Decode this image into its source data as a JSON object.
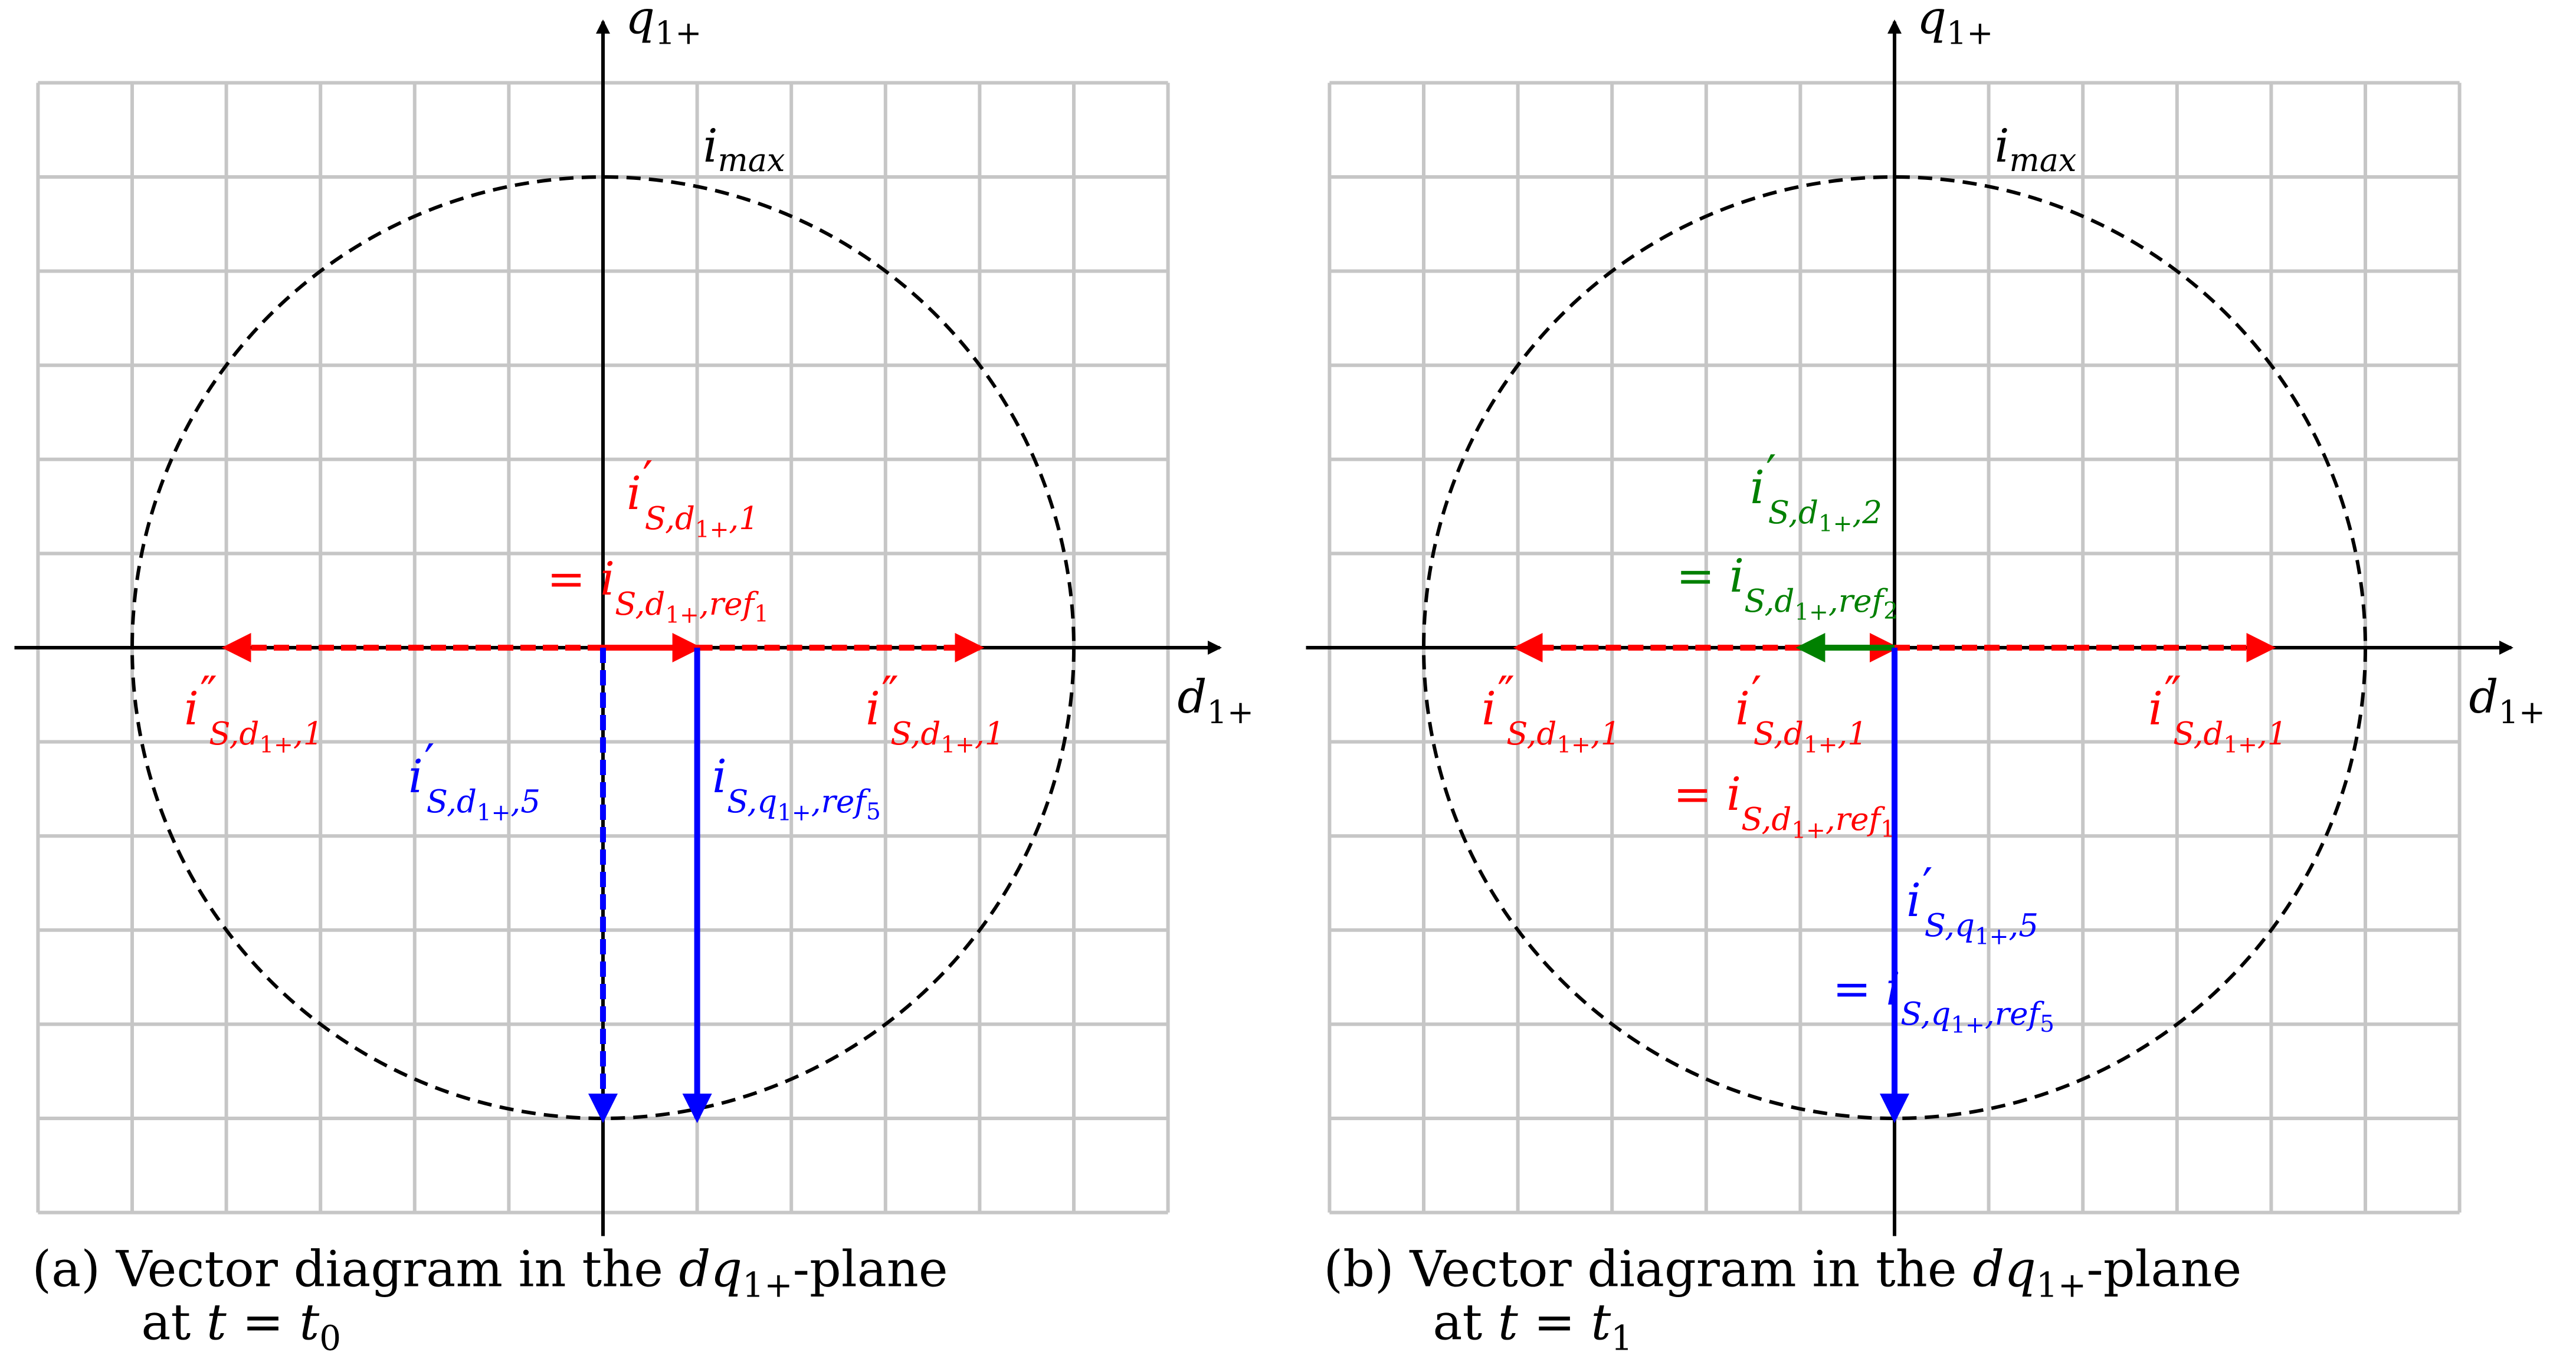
{
  "panels": [
    {
      "id": "a",
      "caption": {
        "line1": {
          "pre": "(a) Vector diagram in the ",
          "math": "dq",
          "sub": "1+",
          "post": "-plane"
        },
        "line2": {
          "pre": "at ",
          "math": "t = t",
          "sub": "0"
        }
      },
      "axes": {
        "d": {
          "base": "d",
          "sub": "1+"
        },
        "q": {
          "base": "q",
          "sub": "1+"
        }
      },
      "circle": {
        "label": "i",
        "sub": "max"
      },
      "vectors": [
        {
          "name": "i-prime-s-d-1",
          "color": "#ff0000",
          "style": "solid",
          "from": [
            0,
            0
          ],
          "to": [
            1,
            0
          ]
        },
        {
          "name": "i-dblprime-s-d-1-right",
          "color": "#ff0000",
          "style": "dashed",
          "from": [
            1,
            0
          ],
          "to": [
            4,
            0
          ]
        },
        {
          "name": "i-dblprime-s-d-1-left",
          "color": "#ff0000",
          "style": "dashed",
          "from": [
            0,
            0
          ],
          "to": [
            -4,
            0
          ]
        },
        {
          "name": "i-prime-s-d-5",
          "color": "#0000ff",
          "style": "dashed",
          "from": [
            0,
            0
          ],
          "to": [
            0,
            -5
          ]
        },
        {
          "name": "i-s-q-ref5",
          "color": "#0000ff",
          "style": "solid",
          "from": [
            1,
            0
          ],
          "to": [
            1,
            -5
          ]
        }
      ],
      "labels": [
        {
          "name": "label-i-prime-s-d-1",
          "color": "#ff0000",
          "lines": [
            {
              "eq": "",
              "base": "i",
              "prime": "′",
              "sub": "S,d",
              "subsub": "1+",
              "tail": ",1"
            },
            {
              "eq": "= ",
              "base": "i",
              "prime": "",
              "sub": "S,d",
              "subsub": "1+",
              "tail": ",ref",
              "refsub": "1"
            }
          ]
        },
        {
          "name": "label-i-dblprime-left",
          "color": "#ff0000",
          "lines": [
            {
              "eq": "",
              "base": "i",
              "prime": "″",
              "sub": "S,d",
              "subsub": "1+",
              "tail": ",1"
            }
          ]
        },
        {
          "name": "label-i-dblprime-right",
          "color": "#ff0000",
          "lines": [
            {
              "eq": "",
              "base": "i",
              "prime": "″",
              "sub": "S,d",
              "subsub": "1+",
              "tail": ",1"
            }
          ]
        },
        {
          "name": "label-i-prime-s-d-5",
          "color": "#0000ff",
          "lines": [
            {
              "eq": "",
              "base": "i",
              "prime": "′",
              "sub": "S,d",
              "subsub": "1+",
              "tail": ",5"
            }
          ]
        },
        {
          "name": "label-i-s-q-ref5",
          "color": "#0000ff",
          "lines": [
            {
              "eq": "",
              "base": "i",
              "prime": "",
              "sub": "S,q",
              "subsub": "1+",
              "tail": ",ref",
              "refsub": "5"
            }
          ]
        }
      ]
    },
    {
      "id": "b",
      "caption": {
        "line1": {
          "pre": "(b) Vector diagram in the ",
          "math": "dq",
          "sub": "1+",
          "post": "-plane"
        },
        "line2": {
          "pre": "at ",
          "math": "t = t",
          "sub": "1"
        }
      },
      "axes": {
        "d": {
          "base": "d",
          "sub": "1+"
        },
        "q": {
          "base": "q",
          "sub": "1+"
        }
      },
      "circle": {
        "label": "i",
        "sub": "max"
      },
      "vectors": [
        {
          "name": "i-prime-s-d-1",
          "color": "#ff0000",
          "style": "solid",
          "from": [
            -1,
            0
          ],
          "to": [
            0,
            0
          ]
        },
        {
          "name": "i-dblprime-s-d-1-right",
          "color": "#ff0000",
          "style": "dashed",
          "from": [
            0,
            0
          ],
          "to": [
            4,
            0
          ]
        },
        {
          "name": "i-dblprime-s-d-1-left",
          "color": "#ff0000",
          "style": "dashed",
          "from": [
            -1,
            0
          ],
          "to": [
            -4,
            0
          ]
        },
        {
          "name": "i-prime-s-d-2",
          "color": "#008000",
          "style": "solid",
          "from": [
            0,
            0
          ],
          "to": [
            -1,
            0
          ]
        },
        {
          "name": "i-prime-s-q-5",
          "color": "#0000ff",
          "style": "solid",
          "from": [
            0,
            0
          ],
          "to": [
            0,
            -5
          ]
        }
      ],
      "labels": [
        {
          "name": "label-i-prime-s-d-2",
          "color": "#008000",
          "lines": [
            {
              "eq": "",
              "base": "i",
              "prime": "′",
              "sub": "S,d",
              "subsub": "1+",
              "tail": ",2"
            },
            {
              "eq": "= ",
              "base": "i",
              "prime": "",
              "sub": "S,d",
              "subsub": "1+",
              "tail": ",ref",
              "refsub": "2"
            }
          ]
        },
        {
          "name": "label-i-dblprime-left",
          "color": "#ff0000",
          "lines": [
            {
              "eq": "",
              "base": "i",
              "prime": "″",
              "sub": "S,d",
              "subsub": "1+",
              "tail": ",1"
            }
          ]
        },
        {
          "name": "label-i-prime-s-d-1",
          "color": "#ff0000",
          "lines": [
            {
              "eq": "",
              "base": "i",
              "prime": "′",
              "sub": "S,d",
              "subsub": "1+",
              "tail": ",1"
            },
            {
              "eq": "= ",
              "base": "i",
              "prime": "",
              "sub": "S,d",
              "subsub": "1+",
              "tail": ",ref",
              "refsub": "1"
            }
          ]
        },
        {
          "name": "label-i-dblprime-right",
          "color": "#ff0000",
          "lines": [
            {
              "eq": "",
              "base": "i",
              "prime": "″",
              "sub": "S,d",
              "subsub": "1+",
              "tail": ",1"
            }
          ]
        },
        {
          "name": "label-i-prime-s-q-5",
          "color": "#0000ff",
          "lines": [
            {
              "eq": "",
              "base": "i",
              "prime": "′",
              "sub": "S,q",
              "subsub": "1+",
              "tail": ",5"
            },
            {
              "eq": "= ",
              "base": "i",
              "prime": "",
              "sub": "S,q",
              "subsub": "1+",
              "tail": ",ref",
              "refsub": "5"
            }
          ]
        }
      ]
    }
  ]
}
